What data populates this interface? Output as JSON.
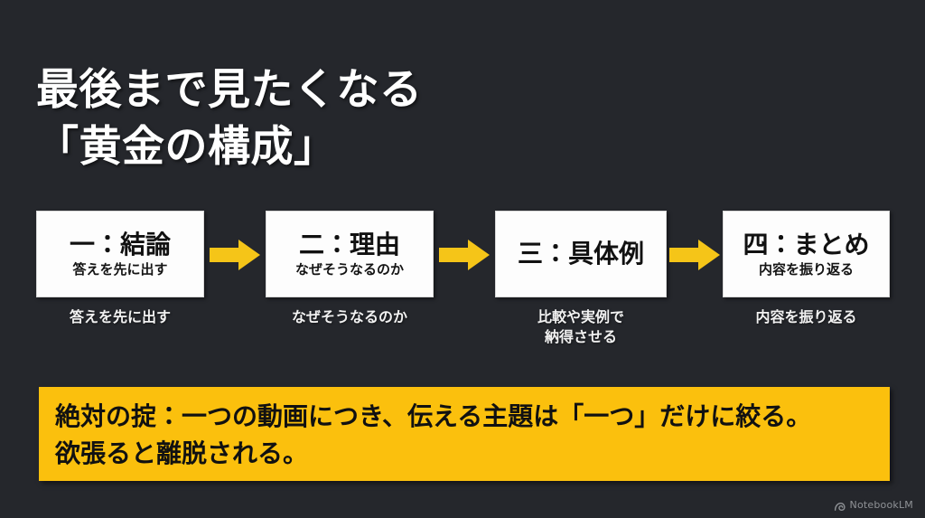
{
  "slide": {
    "background_color": "#25272c",
    "accent_color": "#fbc00d",
    "arrow_color": "#f5c518",
    "box_color": "#fdfdfd"
  },
  "title": {
    "line1": "最後まで見たくなる",
    "line2": "「黄金の構成」"
  },
  "flow": {
    "steps": [
      {
        "heading": "一：結論",
        "subtitle": "答えを先に出す",
        "caption_line1": "答えを先に出す",
        "caption_line2": ""
      },
      {
        "heading": "二：理由",
        "subtitle": "なぜそうなるのか",
        "caption_line1": "なぜそうなるのか",
        "caption_line2": ""
      },
      {
        "heading": "三：具体例",
        "subtitle": "",
        "caption_line1": "比較や実例で",
        "caption_line2": "納得させる"
      },
      {
        "heading": "四：まとめ",
        "subtitle": "内容を振り返る",
        "caption_line1": "内容を振り返る",
        "caption_line2": ""
      }
    ],
    "arrows": [
      {
        "name": "arrow-step1-to-step2"
      },
      {
        "name": "arrow-step2-to-step3"
      },
      {
        "name": "arrow-step3-to-step4"
      }
    ]
  },
  "banner": {
    "line1": "絶対の掟：一つの動画につき、伝える主題は「一つ」だけに絞る。",
    "line2": "欲張ると離脱される。"
  },
  "watermark": {
    "label": "NotebookLM",
    "icon": "notebooklm-icon"
  }
}
